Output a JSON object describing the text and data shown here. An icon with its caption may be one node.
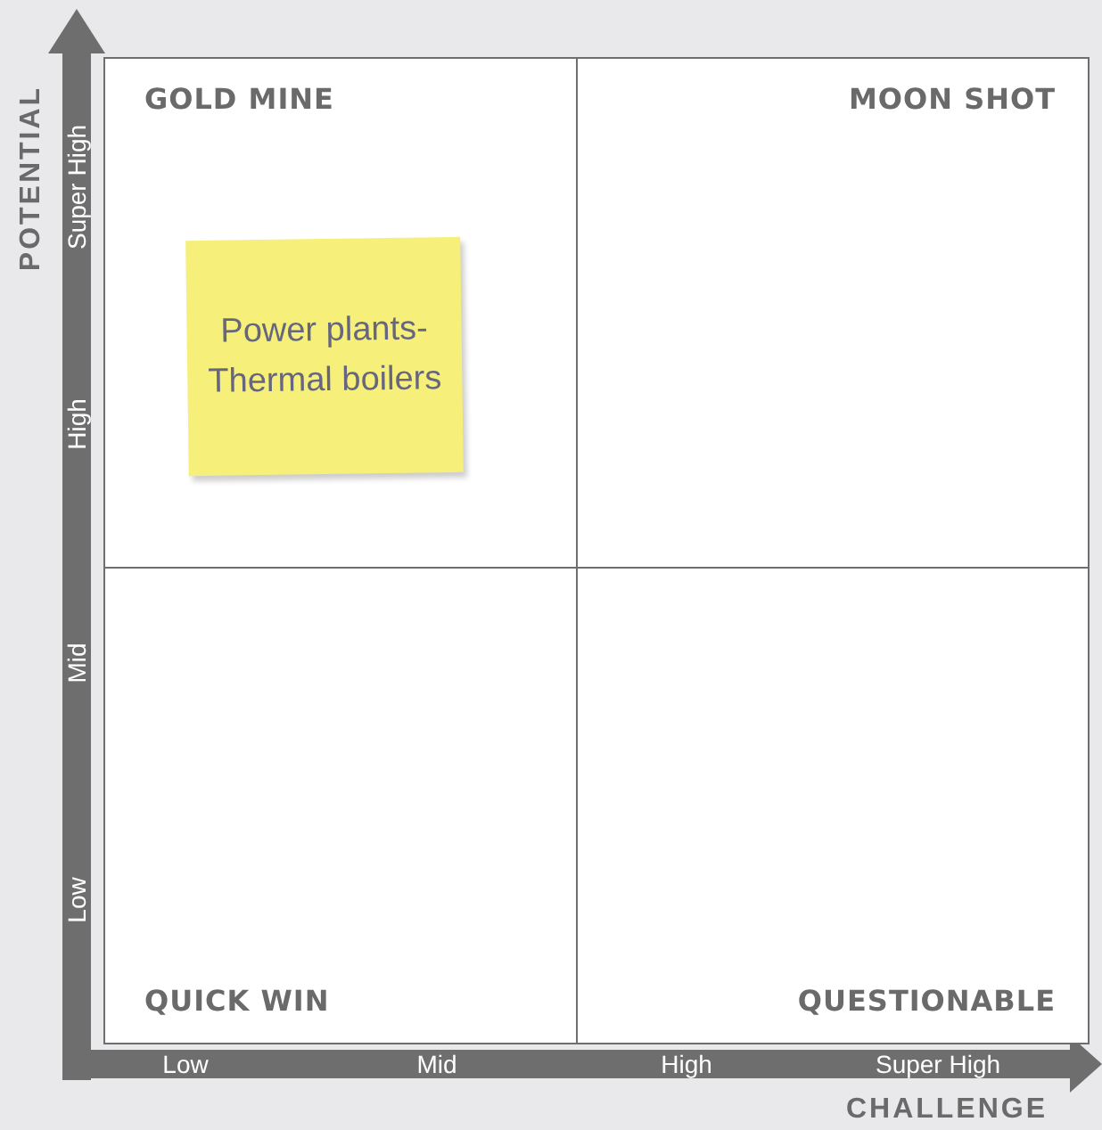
{
  "diagram": {
    "nodes": [
      {
        "text": [
          "GOLD MINE"
        ]
      },
      {
        "text": [
          "Power plants- Thermal boilers"
        ],
        "in": 0
      },
      {
        "text": [
          "MOON SHOT"
        ]
      },
      {
        "text": [
          "QUICK WIN"
        ]
      },
      {
        "text": [
          "QUESTIONABLE"
        ]
      }
    ],
    "edges": [],
    "labels": [
      "POTENTIAL",
      "Super High",
      "High",
      "Mid",
      "Low",
      "Low",
      "Mid",
      "High",
      "Super High",
      "CHALLENGE"
    ]
  }
}
